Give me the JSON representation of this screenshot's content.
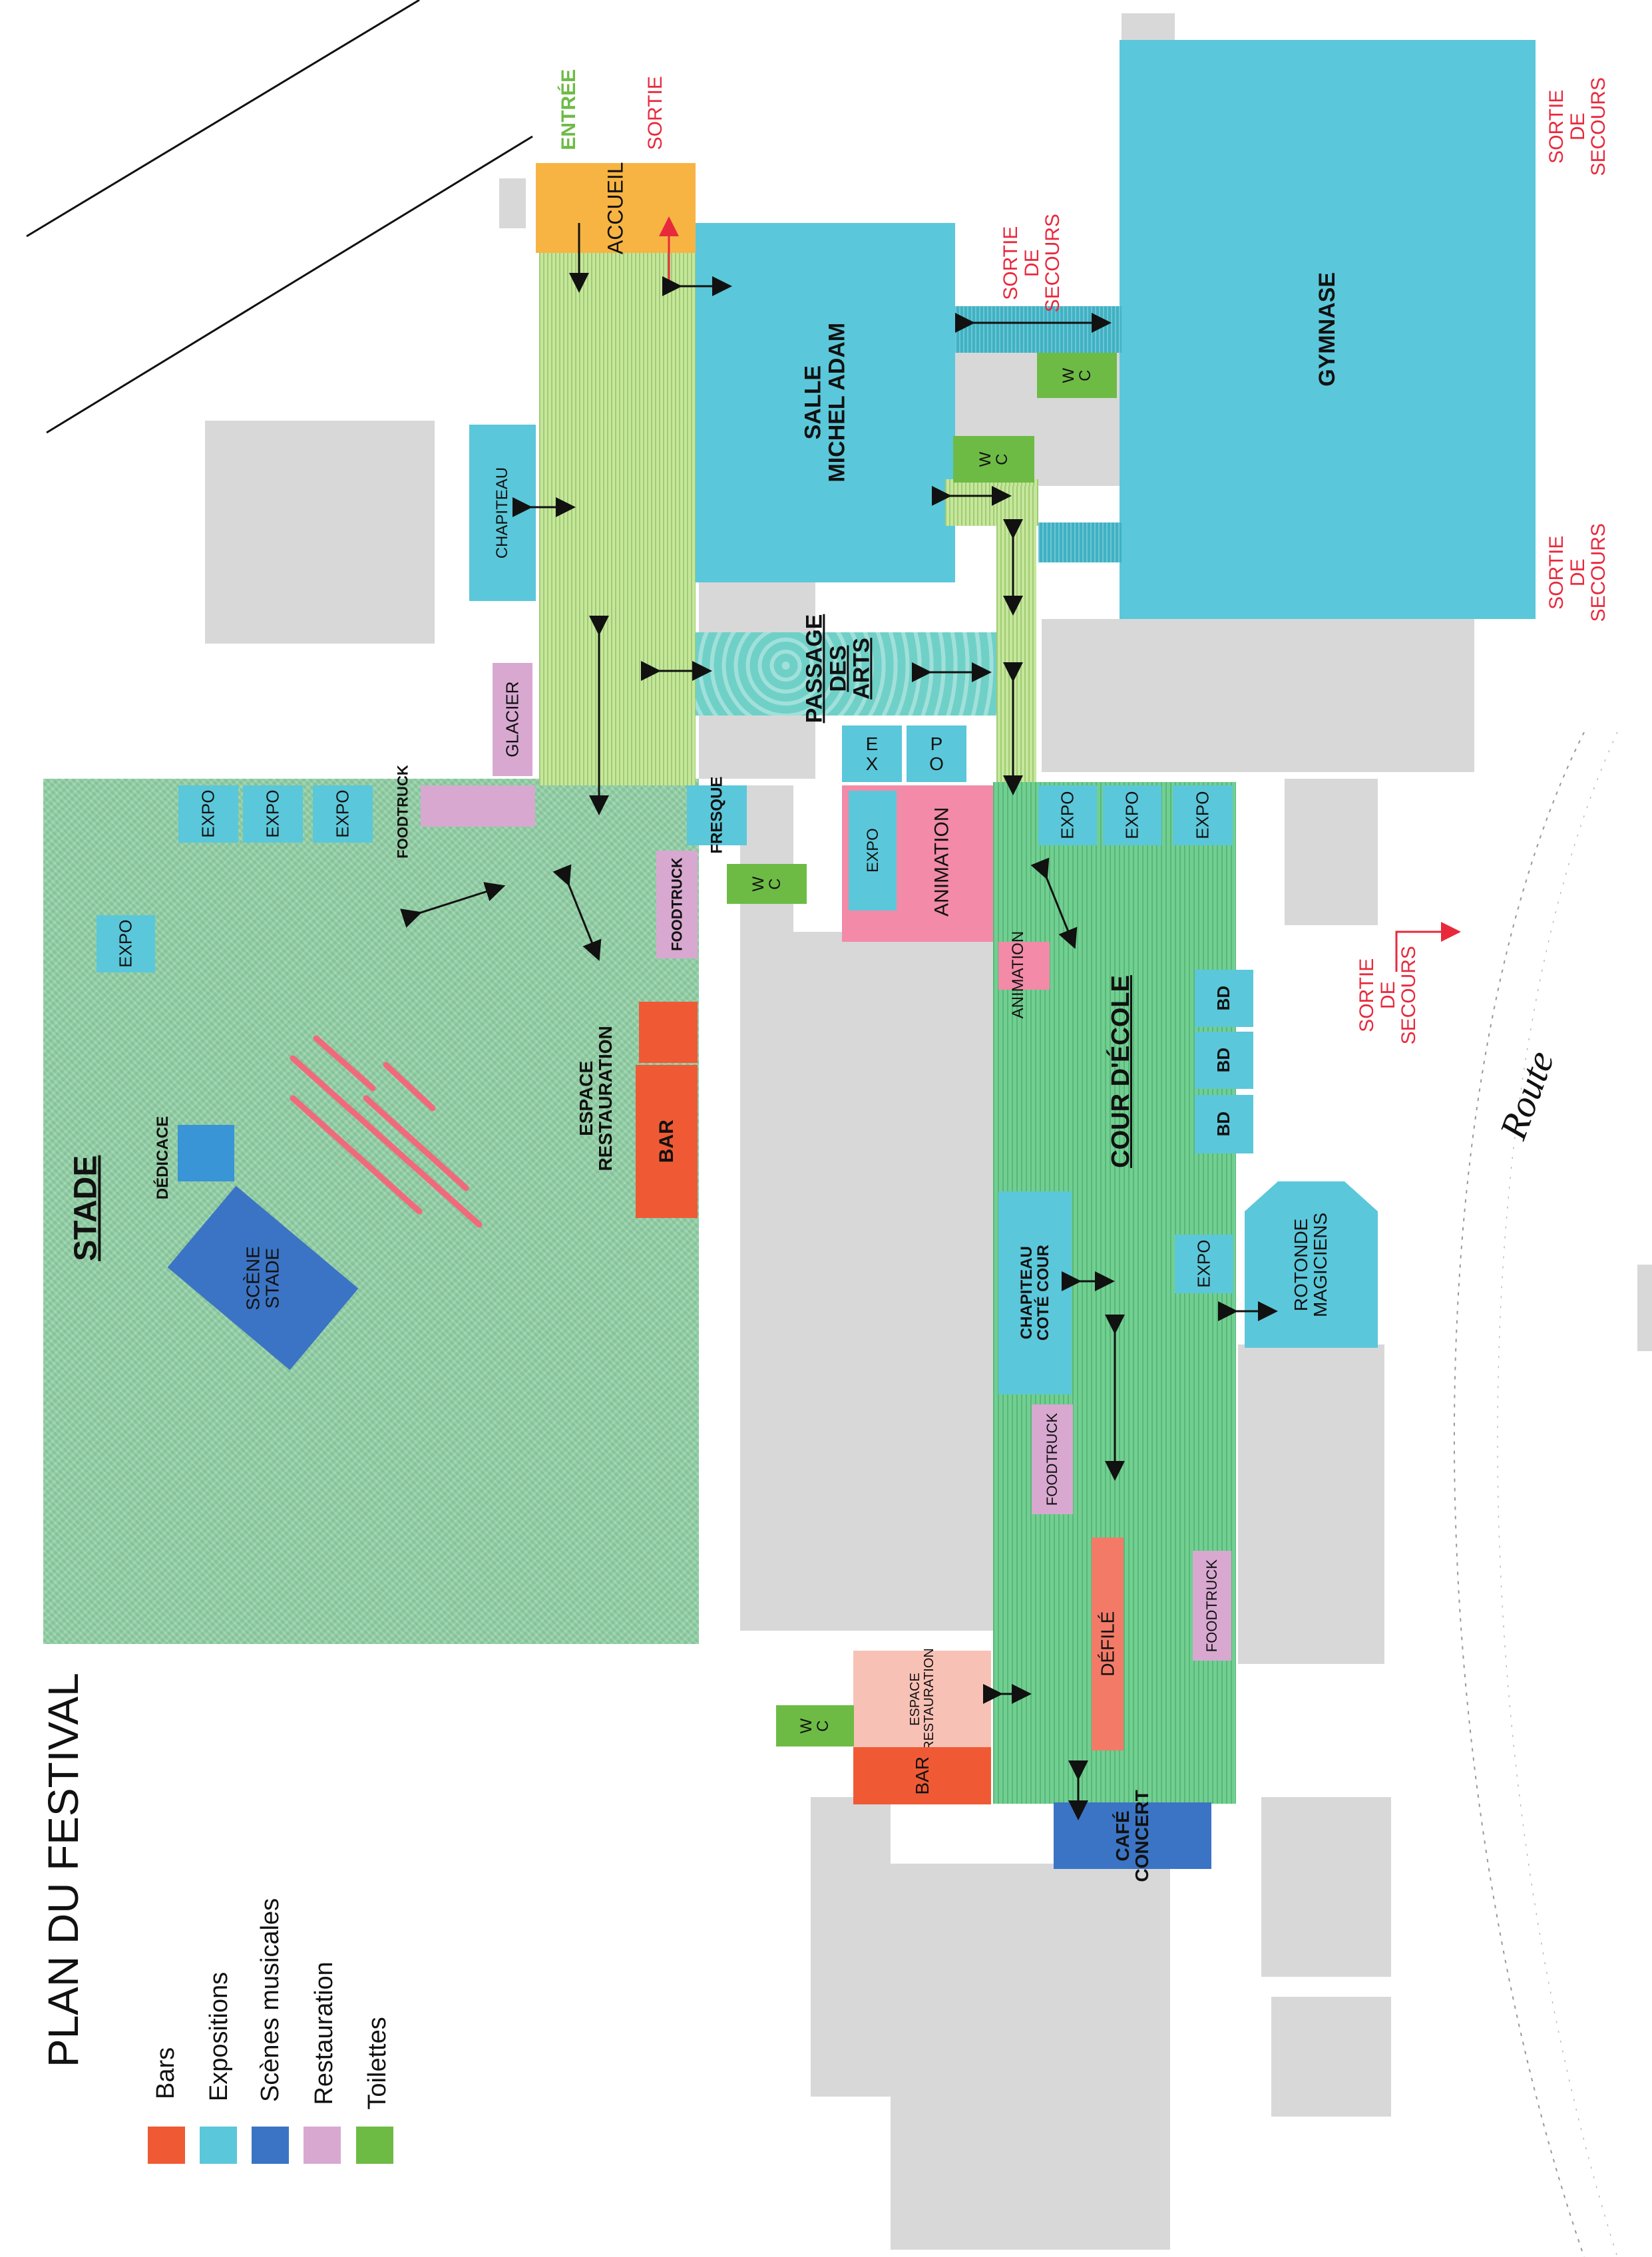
{
  "title": "PLAN DU FESTIVAL",
  "colors": {
    "bars": "#ef5a35",
    "expositions": "#5bc7da",
    "scenes": "#3b74c4",
    "restauration": "#d8a8d1",
    "toilettes": "#6dbb45",
    "exit": "#e8293c",
    "entry": "#6dbb45",
    "accueil": "#f7b443",
    "animation": "#f28aa8"
  },
  "legend": [
    {
      "label": "Bars",
      "color": "#ef5a35"
    },
    {
      "label": "Expositions",
      "color": "#5bc7da"
    },
    {
      "label": "Scènes musicales",
      "color": "#3b74c4"
    },
    {
      "label": "Restauration",
      "color": "#d8a8d1"
    },
    {
      "label": "Toilettes",
      "color": "#6dbb45"
    }
  ],
  "labels": {
    "entree": "ENTRÉE",
    "sortie": "SORTIE",
    "accueil": "ACCUEIL",
    "salle": "SALLE\nMICHEL ADAM",
    "gymnase": "GYMNASE",
    "secours": "SORTIE\nDE\nSECOURS",
    "chapiteau": "CHAPITEAU",
    "glacier": "GLACIER",
    "passage": "PASSAGE\nDES\nARTS",
    "expo_v": "E\nX\nP\nO",
    "expo": "EXPO",
    "wc": "W\nC",
    "foodtruck": "FOODTRUCK",
    "fresque": "FRESQUE",
    "animation": "ANIMATION",
    "espace_resto": "ESPACE\nRESTAURATION",
    "bar": "BAR",
    "stade": "STADE",
    "dedicace": "DÉDICACE",
    "scene_stade": "SCÈNE\nSTADE",
    "cour": "COUR D'ÉCOLE",
    "bd": "BD",
    "chapiteau_cour": "CHAPITEAU\nCOTÉ COUR",
    "rotonde": "ROTONDE\nMAGICIENS",
    "defile": "DÉFILÉ",
    "cafe": "CAFÉ\nCONCERT",
    "route": "Route"
  }
}
